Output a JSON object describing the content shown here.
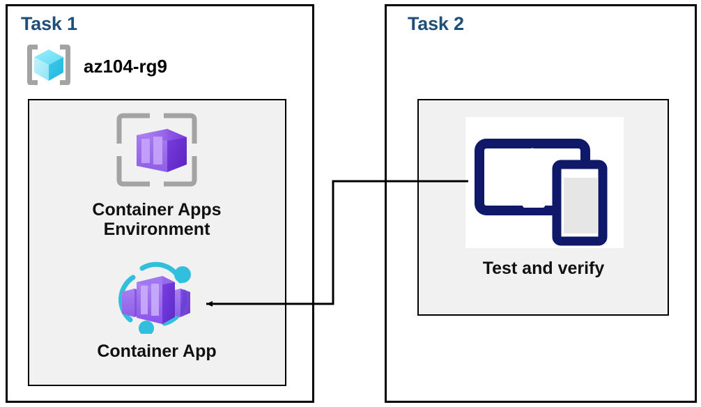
{
  "diagram": {
    "title_color": "#1f4e79",
    "panels": [
      {
        "id": "task1",
        "title": "Task 1"
      },
      {
        "id": "task2",
        "title": "Task 2"
      }
    ],
    "resource_group": {
      "name": "az104-rg9",
      "icon": "resource-group-icon"
    },
    "nodes": [
      {
        "id": "container-apps-environment",
        "label": "Container Apps\nEnvironment",
        "icon": "container-apps-environment-icon"
      },
      {
        "id": "container-app",
        "label": "Container App",
        "icon": "container-app-icon"
      },
      {
        "id": "test-and-verify",
        "label": "Test and verify",
        "icon": "devices-test-icon"
      }
    ],
    "connector": {
      "from": "test-and-verify",
      "to": "container-app",
      "style": "elbow-arrow",
      "color": "#000000"
    },
    "colors": {
      "panel_border": "#000000",
      "inner_box_fill": "#f1f1f1",
      "heading_blue": "#1f4e79",
      "container_purple_light": "#9a6ef0",
      "container_purple": "#8661d9",
      "container_purple_dark": "#5c2bc9",
      "accent_cyan": "#32bedd",
      "bracket_gray": "#a3a3a3",
      "device_navy": "#101869"
    }
  }
}
